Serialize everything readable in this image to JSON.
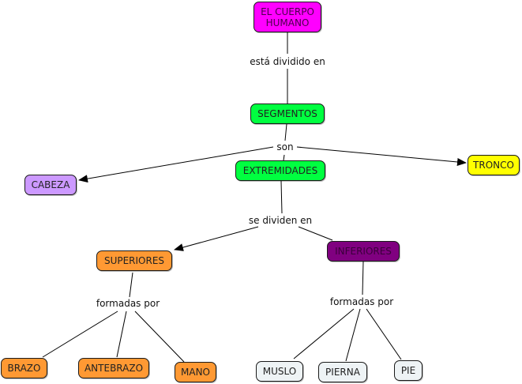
{
  "title": "EL CUERPO HUMANO",
  "nodes": {
    "cuerpo": {
      "label_line1": "EL CUERPO",
      "label_line2": "HUMANO",
      "color": "#ff00ff"
    },
    "segmentos": {
      "label": "SEGMENTOS",
      "color": "#00ff40"
    },
    "extremidades": {
      "label": "EXTREMIDADES",
      "color": "#00ff40"
    },
    "cabeza": {
      "label": "CABEZA",
      "color": "#cc99ff"
    },
    "tronco": {
      "label": "TRONCO",
      "color": "#ffff00"
    },
    "superiores": {
      "label": "SUPERIORES",
      "color": "#ff9933"
    },
    "inferiores": {
      "label": "INFERIORES",
      "color": "#800080"
    },
    "brazo": {
      "label": "BRAZO",
      "color": "#ff9933"
    },
    "antebrazo": {
      "label": "ANTEBRAZO",
      "color": "#ff9933"
    },
    "mano": {
      "label": "MANO",
      "color": "#ff9933"
    },
    "muslo": {
      "label": "MUSLO",
      "color": "#eef3f5"
    },
    "pierna": {
      "label": "PIERNA",
      "color": "#eef3f5"
    },
    "pie": {
      "label": "PIE",
      "color": "#eef3f5"
    }
  },
  "link_labels": {
    "esta_dividido": "está dividido en",
    "son": "son",
    "se_dividen": "se dividen en",
    "formadas_sup": "formadas por",
    "formadas_inf": "formadas por"
  }
}
